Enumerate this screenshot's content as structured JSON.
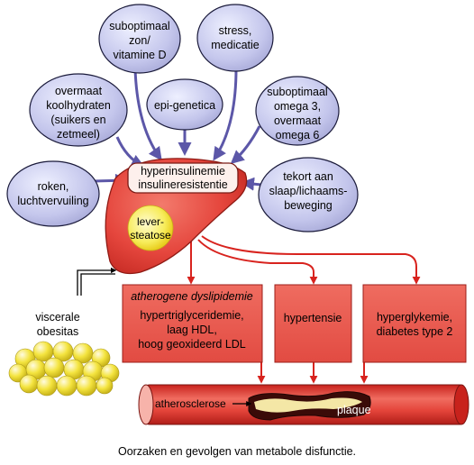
{
  "causes": [
    {
      "id": "sun",
      "lines": [
        "suboptimaal",
        "zon/",
        "vitamine D"
      ]
    },
    {
      "id": "stress",
      "lines": [
        "stress,",
        "medicatie"
      ]
    },
    {
      "id": "carbs",
      "lines": [
        "overmaat",
        "koolhydraten",
        "(suikers en",
        "zetmeel)"
      ]
    },
    {
      "id": "epigenetics",
      "lines": [
        "epi-genetica"
      ]
    },
    {
      "id": "omega",
      "lines": [
        "suboptimaal",
        "omega 3,",
        "overmaat",
        "omega 6"
      ]
    },
    {
      "id": "smoking",
      "lines": [
        "roken,",
        "luchtvervuiling"
      ]
    },
    {
      "id": "sleep",
      "lines": [
        "tekort aan",
        "slaap/lichaams-",
        "beweging"
      ]
    }
  ],
  "liver": {
    "insulin_lines": [
      "hyperinsulinemie",
      "insulineresistentie"
    ],
    "steatosis_lines": [
      "lever-",
      "steatose"
    ]
  },
  "visceral": {
    "lines": [
      "viscerale",
      "obesitas"
    ]
  },
  "effects": [
    {
      "id": "dyslipidemia",
      "title": "atherogene dyslipidemie",
      "lines": [
        "hypertriglyceridemie,",
        "laag HDL,",
        "hoog geoxideerd LDL"
      ]
    },
    {
      "id": "hypertension",
      "title": "",
      "lines": [
        "hypertensie"
      ]
    },
    {
      "id": "hyperglycemia",
      "title": "",
      "lines": [
        "hyperglykemie,",
        "diabetes type 2"
      ]
    }
  ],
  "artery": {
    "label": "atherosclerose",
    "plaque_label": "plaque"
  },
  "caption": "Oorzaken en gevolgen van metabole disfunctie.",
  "colors": {
    "bubble_fill": "#c9cbef",
    "bubble_stroke": "#1a1a3a",
    "cause_arrow": "#5c57a8",
    "liver_red": "#e8443c",
    "effect_box": "#e8584e",
    "effect_arrow": "#d8231e",
    "fat_yellow": "#f3e23a"
  }
}
